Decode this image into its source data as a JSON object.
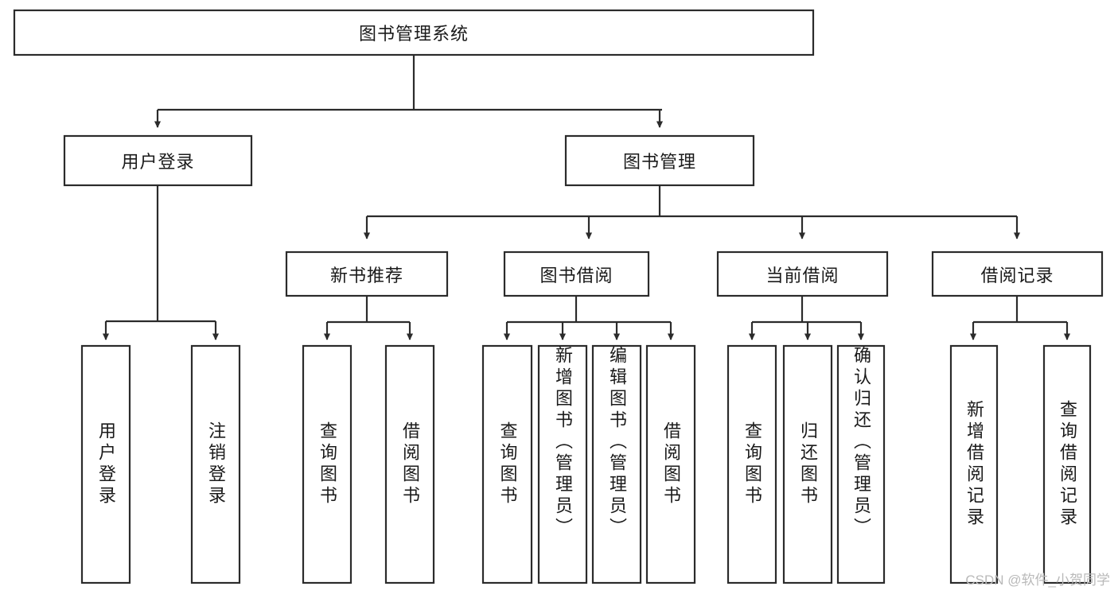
{
  "diagram": {
    "type": "tree",
    "root": {
      "id": "root",
      "label": "图书管理系统"
    },
    "level1": [
      {
        "id": "user-login",
        "label": "用户登录"
      },
      {
        "id": "book-management",
        "label": "图书管理"
      }
    ],
    "level2": [
      {
        "id": "new-book-recommend",
        "label": "新书推荐",
        "parent": "book-management"
      },
      {
        "id": "book-borrow",
        "label": "图书借阅",
        "parent": "book-management"
      },
      {
        "id": "current-borrow",
        "label": "当前借阅",
        "parent": "book-management"
      },
      {
        "id": "borrow-record",
        "label": "借阅记录",
        "parent": "book-management"
      }
    ],
    "leaves": {
      "user-login": [
        {
          "id": "leaf-user-login",
          "label": "用户登录"
        },
        {
          "id": "leaf-logout-login",
          "label": "注销登录"
        }
      ],
      "new-book-recommend": [
        {
          "id": "leaf-query-book-1",
          "label": "查询图书"
        },
        {
          "id": "leaf-borrow-book-1",
          "label": "借阅图书"
        }
      ],
      "book-borrow": [
        {
          "id": "leaf-query-book-2",
          "label": "查询图书"
        },
        {
          "id": "leaf-add-book",
          "label": "新增图书（管理员）"
        },
        {
          "id": "leaf-edit-book",
          "label": "编辑图书（管理员）"
        },
        {
          "id": "leaf-borrow-book-2",
          "label": "借阅图书"
        }
      ],
      "current-borrow": [
        {
          "id": "leaf-query-book-3",
          "label": "查询图书"
        },
        {
          "id": "leaf-return-book",
          "label": "归还图书"
        },
        {
          "id": "leaf-confirm-return",
          "label": "确认归还（管理员）"
        }
      ],
      "borrow-record": [
        {
          "id": "leaf-add-record",
          "label": "新增借阅记录"
        },
        {
          "id": "leaf-query-record",
          "label": "查询借阅记录"
        }
      ]
    }
  },
  "watermark": {
    "text": "CSDN @软件_小贺同学"
  },
  "colors": {
    "stroke": "#2b2b2b",
    "box_fill": "#ffffff",
    "text": "#1a1a1a",
    "watermark": "#b9b9b9",
    "background": "#ffffff"
  }
}
